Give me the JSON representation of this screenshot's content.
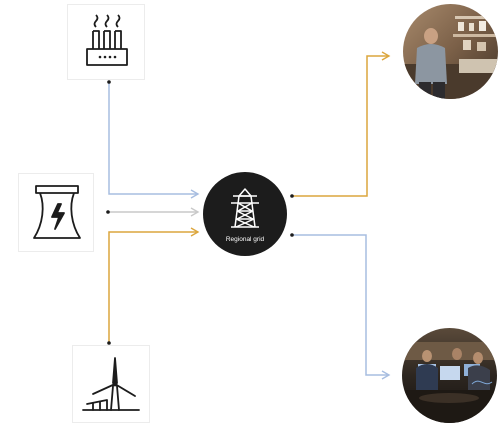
{
  "hub": {
    "label": "Regional grid",
    "icon": "transmission-tower-icon"
  },
  "sources": [
    {
      "id": "factory",
      "icon": "factory-icon",
      "line_color": "#a7bde0"
    },
    {
      "id": "power-plant",
      "icon": "power-plant-icon",
      "line_color": "#c9c9c9"
    },
    {
      "id": "wind-turbine",
      "icon": "wind-turbine-icon",
      "line_color": "#dca63d"
    }
  ],
  "consumers": [
    {
      "id": "consumer-top",
      "icon": "kitchen-photo",
      "line_color": "#dca63d"
    },
    {
      "id": "consumer-bottom",
      "icon": "office-photo",
      "line_color": "#a7bde0"
    }
  ],
  "colors": {
    "blue": "#a7bde0",
    "gray": "#c9c9c9",
    "gold": "#dca63d",
    "hub": "#1c1c1c"
  }
}
